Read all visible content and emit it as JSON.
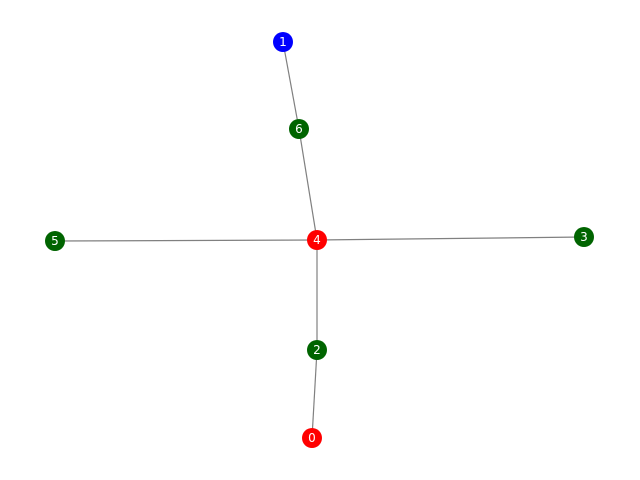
{
  "graph": {
    "colors": {
      "red": "#ff0000",
      "blue": "#0000ff",
      "green": "#006400",
      "edge": "#808080",
      "label": "#ffffff"
    },
    "nodes": [
      {
        "id": "0",
        "label": "0",
        "color": "red"
      },
      {
        "id": "1",
        "label": "1",
        "color": "blue"
      },
      {
        "id": "2",
        "label": "2",
        "color": "green"
      },
      {
        "id": "3",
        "label": "3",
        "color": "green"
      },
      {
        "id": "4",
        "label": "4",
        "color": "red"
      },
      {
        "id": "5",
        "label": "5",
        "color": "green"
      },
      {
        "id": "6",
        "label": "6",
        "color": "green"
      }
    ],
    "edges": [
      {
        "source": "1",
        "target": "6"
      },
      {
        "source": "6",
        "target": "4"
      },
      {
        "source": "5",
        "target": "4"
      },
      {
        "source": "4",
        "target": "3"
      },
      {
        "source": "4",
        "target": "2"
      },
      {
        "source": "2",
        "target": "0"
      }
    ]
  }
}
